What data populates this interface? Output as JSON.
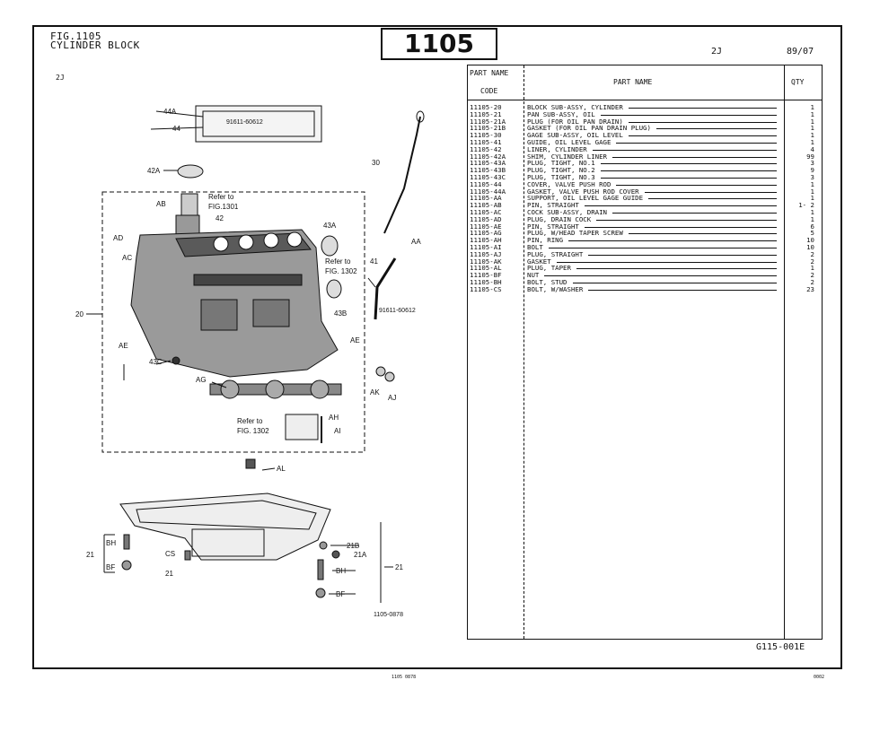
{
  "header": {
    "fig_line": "FIG.1105",
    "title_line": "CYLINDER BLOCK",
    "page_number": "1105",
    "model": "2J",
    "date": "89/07",
    "model_left": "2J"
  },
  "diagram": {
    "labels": {
      "l44A": "44A",
      "l44": "44",
      "p91611a": "91611-60612",
      "l42A": "42A",
      "l30": "30",
      "lAB": "AB",
      "lAD": "AD",
      "lAC": "AC",
      "refer1a": "Refer to",
      "refer1b": "FIG.1301",
      "l42": "42",
      "l43A": "43A",
      "refer2a": "Refer to",
      "refer2b": "FIG. 1302",
      "lAA": "AA",
      "l41": "41",
      "l43B": "43B",
      "p91611b": "91611-60612",
      "l20": "20",
      "lAE1": "AE",
      "lAE2": "AE",
      "l43C": "43C",
      "lAG": "AG",
      "lAK": "AK",
      "lAJ": "AJ",
      "refer3a": "Refer to",
      "refer3b": "FIG. 1302",
      "lAH": "AH",
      "lAI": "AI",
      "lAL": "AL",
      "l21a": "21",
      "lBH1": "BH",
      "lBF1": "BF",
      "lCS": "CS",
      "l21b": "21",
      "l21B": "21B",
      "l21A": "21A",
      "lBH2": "BH",
      "l21c": "21",
      "lBF2": "BF",
      "drawing_no": "1105-0878"
    }
  },
  "table": {
    "header_code_top": "PART NAME",
    "header_code_bottom": "CODE",
    "header_name": "PART  NAME",
    "header_qty": "QTY",
    "rows": [
      {
        "code": "11105-20",
        "name": "BLOCK SUB-ASSY, CYLINDER",
        "qty": "1"
      },
      {
        "code": "11105-21",
        "name": "PAN SUB-ASSY, OIL",
        "qty": "1"
      },
      {
        "code": "11105-21A",
        "name": "PLUG (FOR OIL PAN DRAIN)",
        "qty": "1"
      },
      {
        "code": "11105-21B",
        "name": "GASKET (FOR OIL PAN DRAIN PLUG)",
        "qty": "1"
      },
      {
        "code": "11105-30",
        "name": "GAGE SUB-ASSY, OIL LEVEL",
        "qty": "1"
      },
      {
        "code": "11105-41",
        "name": "GUIDE, OIL LEVEL GAGE",
        "qty": "1"
      },
      {
        "code": "11105-42",
        "name": "LINER, CYLINDER",
        "qty": "4"
      },
      {
        "code": "11105-42A",
        "name": "SHIM, CYLINDER LINER",
        "qty": "99"
      },
      {
        "code": "11105-43A",
        "name": "PLUG, TIGHT, NO.1",
        "qty": "3"
      },
      {
        "code": "11105-43B",
        "name": "PLUG, TIGHT, NO.2",
        "qty": "9"
      },
      {
        "code": "11105-43C",
        "name": "PLUG, TIGHT, NO.3",
        "qty": "3"
      },
      {
        "code": "11105-44",
        "name": "COVER, VALVE PUSH ROD",
        "qty": "1"
      },
      {
        "code": "11105-44A",
        "name": "GASKET, VALVE PUSH ROD COVER",
        "qty": "1"
      },
      {
        "code": "11105-AA",
        "name": "SUPPORT, OIL LEVEL GAGE GUIDE",
        "qty": "1"
      },
      {
        "code": "11105-AB",
        "name": "PIN, STRAIGHT",
        "qty": "1- 2"
      },
      {
        "code": "11105-AC",
        "name": "COCK SUB-ASSY, DRAIN",
        "qty": "1"
      },
      {
        "code": "11105-AD",
        "name": "PLUG, DRAIN COCK",
        "qty": "1"
      },
      {
        "code": "11105-AE",
        "name": "PIN, STRAIGHT",
        "qty": "6"
      },
      {
        "code": "11105-AG",
        "name": "PLUG, W/HEAD TAPER SCREW",
        "qty": "5"
      },
      {
        "code": "11105-AH",
        "name": "PIN, RING",
        "qty": "10"
      },
      {
        "code": "11105-AI",
        "name": "BOLT",
        "qty": "10"
      },
      {
        "code": "11105-AJ",
        "name": "PLUG, STRAIGHT",
        "qty": "2"
      },
      {
        "code": "11105-AK",
        "name": "GASKET",
        "qty": "2"
      },
      {
        "code": "11105-AL",
        "name": "PLUG, TAPER",
        "qty": "1"
      },
      {
        "code": "11105-BF",
        "name": "NUT",
        "qty": "2"
      },
      {
        "code": "11105-BH",
        "name": "BOLT, STUD",
        "qty": "2"
      },
      {
        "code": "11105-CS",
        "name": "BOLT, W/WASHER",
        "qty": "23"
      }
    ]
  },
  "footer": {
    "sheet_code": "G115-001E",
    "tiny_left": "1105 0878",
    "tiny_right": "0002"
  }
}
